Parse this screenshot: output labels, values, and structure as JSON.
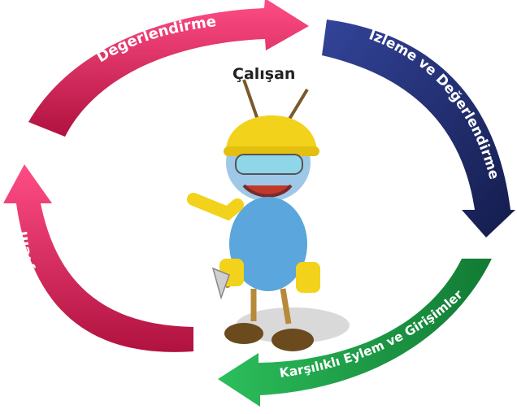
{
  "center": {
    "label": "Çalışan"
  },
  "stages": [
    {
      "id": "top",
      "label": "Değerlendirme",
      "color": "#d81e5b"
    },
    {
      "id": "right",
      "label": "İzleme ve Değerlendirme",
      "color": "#1f2a6e"
    },
    {
      "id": "bottom",
      "label": "Karşılıklı Eylem ve Girişimler",
      "color": "#1e9a46"
    },
    {
      "id": "left",
      "label": "Eylem",
      "color": "#d81e5b"
    }
  ],
  "colors": {
    "magenta": "#d81e5b",
    "navy": "#1f2a6e",
    "green": "#1e9a46",
    "helmet": "#f2d21b"
  },
  "icons": {
    "center": "worker-ant-mascot-icon"
  }
}
